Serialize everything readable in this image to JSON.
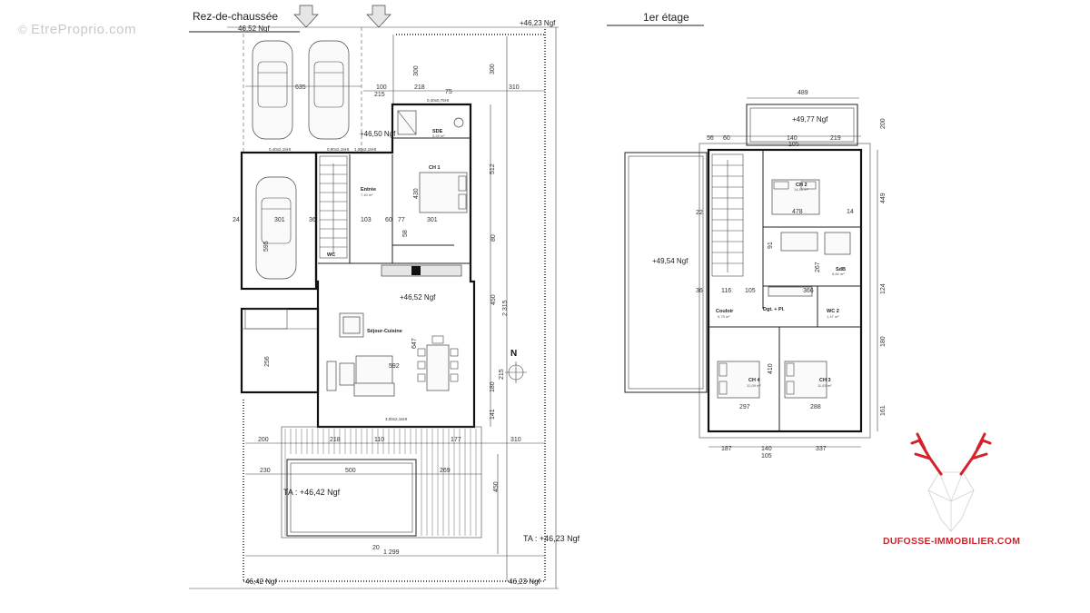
{
  "watermark": "EtreProprio.com",
  "brand": {
    "site": "DUFOSSE-IMMOBILIER.COM",
    "logo_color": "#d2232a"
  },
  "ground_floor": {
    "title": "Rez-de-chaussée",
    "levels": {
      "top_left": "46,52 Ngf",
      "top_right": "+46,23 Ngf",
      "entry": "+46,50 Ngf",
      "living": "+46,52 Ngf",
      "terrace": "TA : +46,42 Ngf",
      "garden": "TA : +46,23 Ngf",
      "bottom_left": "46,42 Ngf",
      "bottom_right": "46,23 Ngf"
    },
    "rooms": {
      "sde": "SDE",
      "sde_area": "5,26 m²",
      "ch1": "CH 1",
      "entree": "Entrée",
      "entree_area": "7,40 m²",
      "sejour": "Séjour-Cuisine",
      "wc": "WC"
    },
    "dims": {
      "d300a": "300",
      "d300b": "300",
      "d635": "635",
      "d100": "100",
      "d215": "215",
      "d218": "218",
      "d75": "75",
      "d310": "310",
      "d512": "512",
      "d430": "430",
      "d301a": "301",
      "d36a": "36",
      "d103": "103",
      "d60": "60",
      "d77": "77",
      "d301b": "301",
      "d24": "24",
      "d595": "595",
      "d58": "58",
      "d80": "80",
      "d450": "450",
      "d647": "647",
      "d592": "592",
      "d256": "256",
      "d180": "180",
      "d141": "141",
      "d2315": "2 315",
      "d215b": "215",
      "d200": "200",
      "d218b": "218",
      "d110": "110",
      "d177": "177",
      "d310b": "310",
      "d230": "230",
      "d500": "500",
      "d269": "269",
      "d450b": "450",
      "d20": "20",
      "d1299": "1 299"
    },
    "openings": {
      "o1": "0,40x2,15Ht",
      "o2": "0,90x2,15Ht",
      "o3": "1,00x2,15Ht",
      "o4": "3,00x2,15Ht",
      "o5": "0,40x0,75Ht"
    },
    "north": "N"
  },
  "first_floor": {
    "title": "1er étage",
    "levels": {
      "roof_terrace": "+49,77 Ngf",
      "roof": "+49,54 Ngf"
    },
    "rooms": {
      "ch2": "CH 2",
      "ch2_area": "14,49 m²",
      "sdb": "SdB",
      "sdb_area": "6,84 m²",
      "wc2": "WC 2",
      "wc2_area": "1,47 m²",
      "couloir": "Couloir",
      "couloir_area": "5,75 m²",
      "dgt": "Dgt. + Pl.",
      "ch4": "CH 4",
      "ch4_area": "12,09 m²",
      "ch3": "CH 3",
      "ch3_area": "11,63 m²"
    },
    "dims": {
      "d489": "489",
      "d200": "200",
      "d56": "56",
      "d60": "60",
      "d140": "140",
      "d219": "219",
      "d105": "105",
      "d449": "449",
      "d478": "478",
      "d14": "14",
      "d22": "22",
      "d36": "36",
      "d91": "91",
      "d267": "267",
      "d116": "116",
      "d105b": "105",
      "d366": "366",
      "d124": "124",
      "d410": "410",
      "d297": "297",
      "d288": "288",
      "d180": "180",
      "d161": "161",
      "d187": "187",
      "d140b": "140",
      "d337": "337",
      "d105c": "105"
    }
  }
}
